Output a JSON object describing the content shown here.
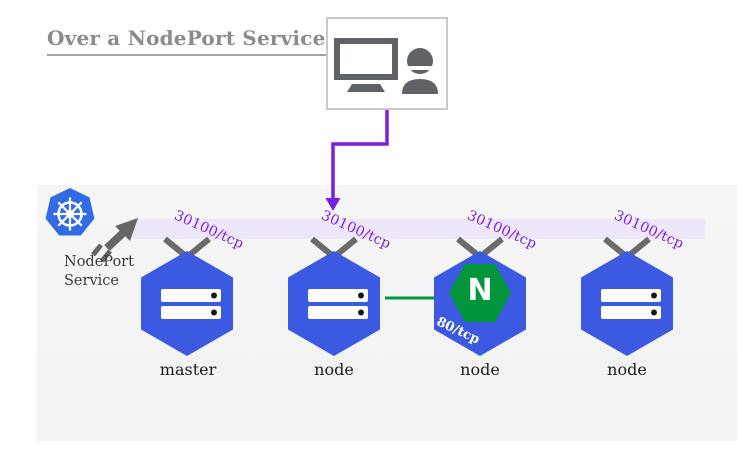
{
  "title": "Over a NodePort Service",
  "service": {
    "name_line1": "NodePort",
    "name_line2": "Service",
    "logo": "kubernetes-logo"
  },
  "client": {
    "icons": [
      "monitor-icon",
      "user-icon"
    ]
  },
  "nodes": [
    {
      "label": "master",
      "port": "30100/tcp",
      "icon": "server-rack-icon"
    },
    {
      "label": "node",
      "port": "30100/tcp",
      "icon": "server-rack-icon"
    },
    {
      "label": "node",
      "port": "30100/tcp",
      "icon": "nginx-logo",
      "pod": {
        "name": "nginx",
        "letter": "N",
        "port": "80/tcp"
      }
    },
    {
      "label": "node",
      "port": "30100/tcp",
      "icon": "server-rack-icon"
    }
  ],
  "colors": {
    "kubernetes_blue": "#326ce5",
    "node_blue": "#3b5ae1",
    "nginx_green": "#009639",
    "green_arrow": "#00963f",
    "purple": "#7a1fe2",
    "band_lavender": "#eee6fa",
    "panel_gray": "#f4f4f5",
    "icon_gray": "#5f6368",
    "title_gray": "#8b8b8b"
  }
}
